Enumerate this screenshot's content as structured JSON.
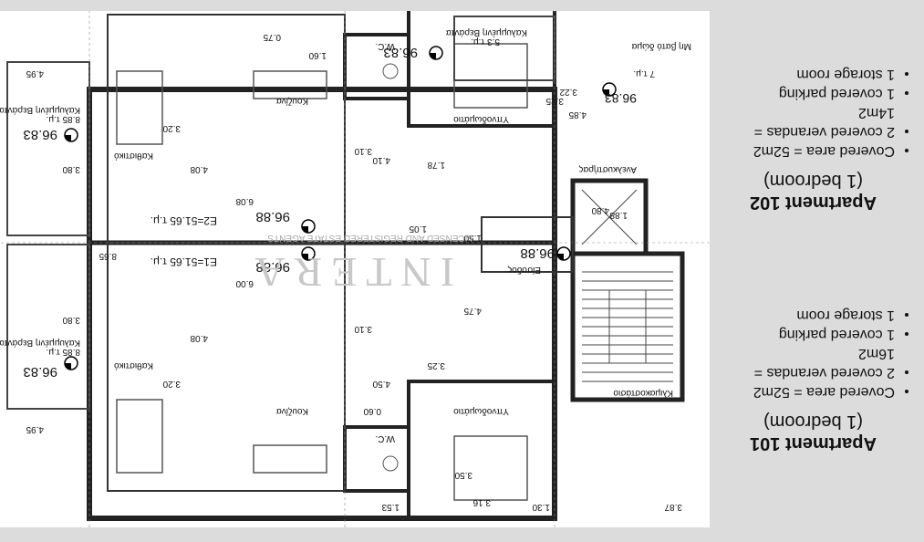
{
  "watermark": {
    "logo": "INTERA",
    "tagline": "LICENSED AND REGISTERED ESTATE AGENTS"
  },
  "apartments": [
    {
      "title": "Apartment 101",
      "subtitle": "(1 bedroom)",
      "features": [
        "Covered area = 52m2",
        "2 covered verandas = 16m2",
        "1 covered parking",
        "1 storage room"
      ]
    },
    {
      "title": "Apartment 102",
      "subtitle": "(1 bedroom)",
      "features": [
        "Covered area = 52m2",
        "2 covered verandas = 14m2",
        "1 covered parking",
        "1 storage room"
      ]
    }
  ],
  "plan_labels": {
    "e1": "E1=51.65 τ.μ.",
    "e2": "E2=51.65 τ.μ.",
    "level_a": "96.88",
    "level_b": "96.88",
    "level_c": "96.88",
    "veranda_level": "96.83",
    "kitchen": "Κουζίνα",
    "living": "Καθιστικό",
    "bedroom": "Υπνοδωμάτιο",
    "wc": "W.C.",
    "entrance": "Είσοδος",
    "stairwell": "Κλιμακοστάσιο",
    "lift": "Ανελκυστήρας",
    "veranda": "Καλυμμένη Βεράντα",
    "veranda_area_a": "8.85 τ.μ.",
    "veranda_area_b": "5.3 τ.μ.",
    "veranda_area_c": "7 τ.μ.",
    "uncovered": "Μη βατό δώμα",
    "dim_495": "4.95",
    "dim_380": "3.80",
    "dim_320": "3.20",
    "dim_408": "4.08",
    "dim_600": "6.00",
    "dim_600b": "6.08",
    "dim_350": "3.50",
    "dim_325": "3.25",
    "dim_322": "3.22",
    "dim_485": "4.85",
    "dim_178": "1.78",
    "dim_410": "4.10",
    "dim_310": "3.10",
    "dim_105": "1.05",
    "dim_480": "4.80",
    "dim_188": "1.88",
    "dim_153": "1.53",
    "dim_387": "3.87",
    "dim_316": "3.16",
    "dim_130": "1.30",
    "dim_475": "4.75",
    "dim_075": "0.75",
    "dim_060": "0.60",
    "dim_160": "1.60",
    "dim_150": "1.50",
    "dim_450": "4.50",
    "dim_865": "8.65"
  }
}
